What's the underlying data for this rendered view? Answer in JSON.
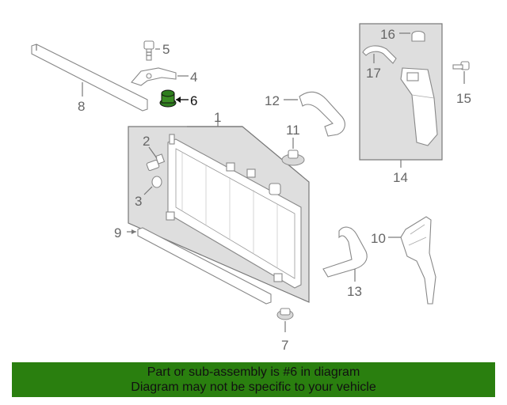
{
  "labels": {
    "l1": "1",
    "l2": "2",
    "l3": "3",
    "l4": "4",
    "l5": "5",
    "l6": "6",
    "l7": "7",
    "l8": "8",
    "l9": "9",
    "l10": "10",
    "l11": "11",
    "l12": "12",
    "l13": "13",
    "l14": "14",
    "l15": "15",
    "l16": "16",
    "l17": "17"
  },
  "highlight": {
    "part_number": "6",
    "color": "#2e7d1e"
  },
  "banner": {
    "line1": "Part or sub-assembly is #6 in diagram",
    "line2": "Diagram may not be specific to your vehicle",
    "background": "#2a7f0f"
  }
}
